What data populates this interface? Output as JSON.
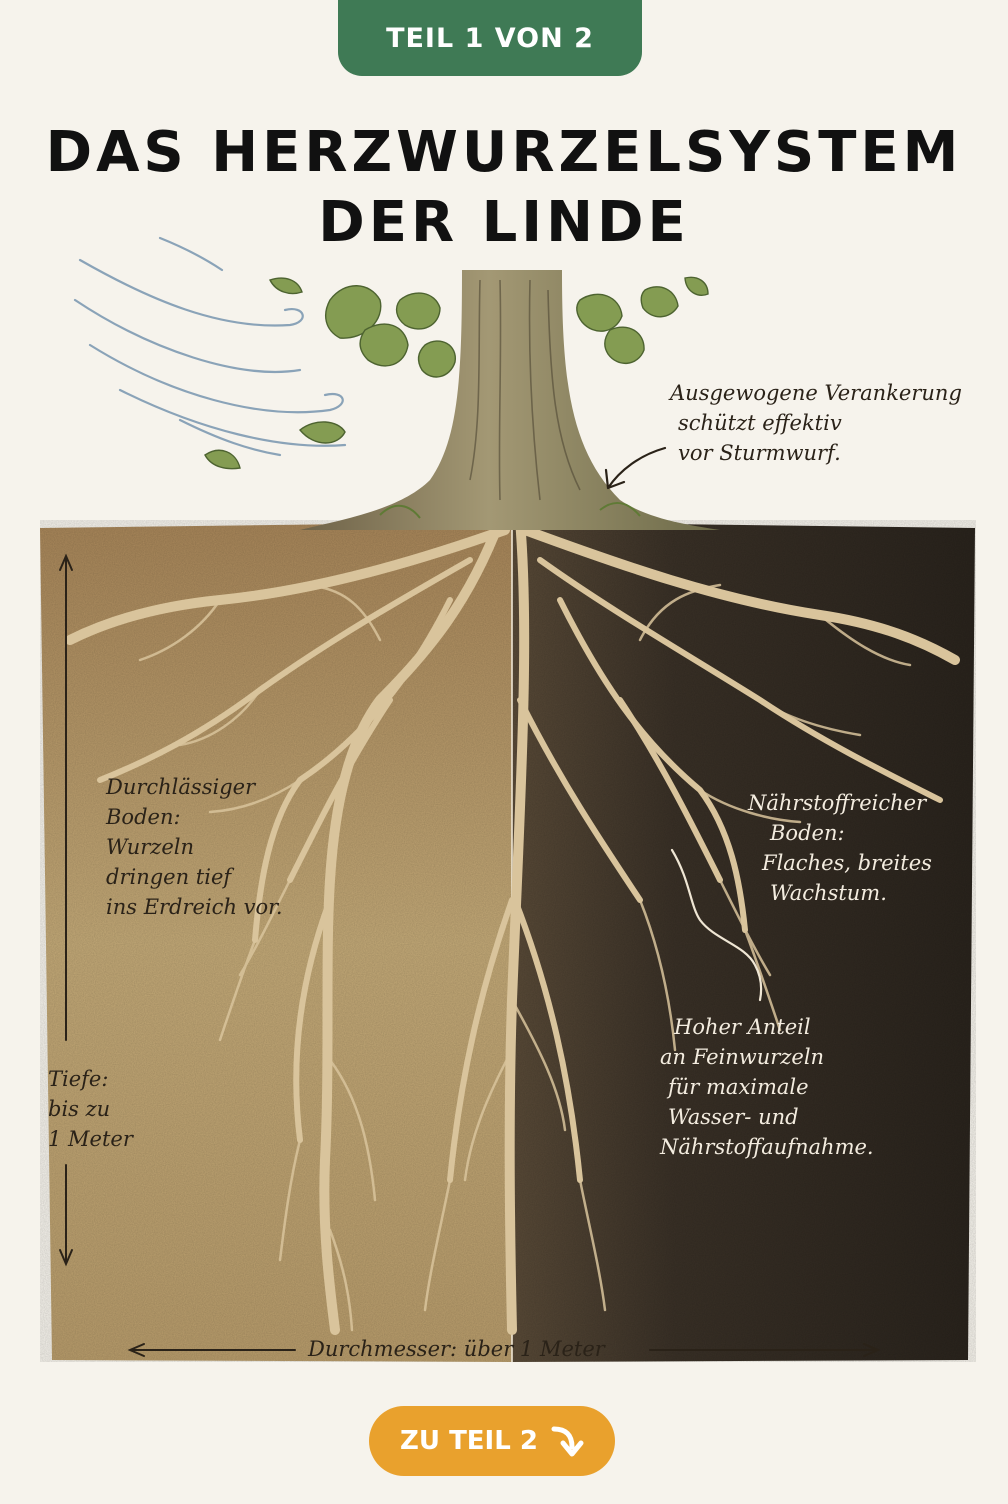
{
  "header": {
    "badge": "TEIL 1 VON 2"
  },
  "title": {
    "line1": "DAS HERZWURZELSYSTEM",
    "line2": "DER LINDE"
  },
  "notes": {
    "anchoring": [
      "Ausgewogene Verankerung",
      "schützt effektiv",
      "vor Sturmwurf."
    ],
    "permeable_soil": [
      "Durchlässiger",
      "Boden:",
      "Wurzeln",
      "dringen tief",
      "ins Erdreich vor."
    ],
    "nutrient_soil": [
      "Nährstoffreicher",
      "Boden:",
      "Flaches, breites",
      "Wachstum."
    ],
    "fine_roots": [
      "Hoher Anteil",
      "an Feinwurzeln",
      "für maximale",
      "Wasser- und",
      "Nährstoffaufnahme."
    ],
    "depth": [
      "Tiefe:",
      "bis zu",
      "1 Meter"
    ],
    "diameter": "Durchmesser: über 1 Meter"
  },
  "footer": {
    "next_button": "ZU TEIL 2",
    "icon": "curved-arrow-down-icon"
  },
  "colors": {
    "badge": "#3f7a55",
    "button": "#e9a12d",
    "soil_light": "#b89a66",
    "soil_dark": "#2e2820",
    "root": "#d8c29a",
    "leaf": "#7f9a4e"
  }
}
